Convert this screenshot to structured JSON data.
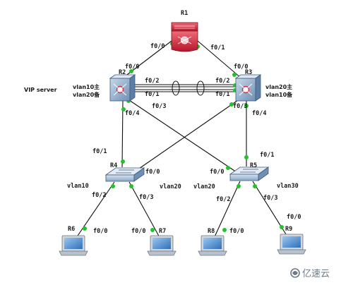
{
  "nodes": {
    "r1": {
      "name": "R1"
    },
    "r2": {
      "name": "R2",
      "note_left": "VIP server",
      "note_right_1": "vlan10主",
      "note_right_2": "vlan20备"
    },
    "r3": {
      "name": "R3",
      "note_right_1": "vlan20主",
      "note_right_2": "vlan10备"
    },
    "r4": {
      "name": "R4"
    },
    "r5": {
      "name": "R5"
    },
    "r6": {
      "name": "R6"
    },
    "r7": {
      "name": "R7"
    },
    "r8": {
      "name": "R8"
    },
    "r9": {
      "name": "R9"
    }
  },
  "interfaces": {
    "r1_left": "f0/0",
    "r1_right": "f0/1",
    "r2_up": "f0/0",
    "r2_trunk_top": "f0/2",
    "r2_trunk_bot": "f0/1",
    "r2_down": "f0/4",
    "r2_cross": "f0/3",
    "r3_up": "f0/0",
    "r3_trunk_top": "f0/2",
    "r3_trunk_bot": "f0/1",
    "r3_cross": "f0/3",
    "r3_down": "f0/4",
    "r4_up": "f0/1",
    "r4_cross": "f0/0",
    "r4_left": "f0/2",
    "r4_right": "f0/3",
    "r5_up": "f0/1",
    "r5_cross": "f0/0",
    "r5_left": "f0/2",
    "r5_right": "f0/3",
    "r6": "f0/0",
    "r7": "f0/0",
    "r8": "f0/0",
    "r9": "f0/0"
  },
  "vlans": {
    "r4_left": "vlan10",
    "r4_right": "vlan20",
    "r5_left": "vlan20",
    "r5_right": "vlan30"
  },
  "watermark": "亿速云"
}
